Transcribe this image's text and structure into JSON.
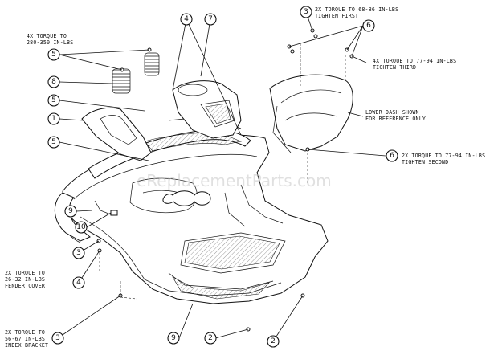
{
  "watermark": "eReplacementParts.com",
  "callouts": [
    {
      "num": "1"
    },
    {
      "num": "2"
    },
    {
      "num": "2"
    },
    {
      "num": "3"
    },
    {
      "num": "3"
    },
    {
      "num": "3"
    },
    {
      "num": "4"
    },
    {
      "num": "4"
    },
    {
      "num": "5"
    },
    {
      "num": "5"
    },
    {
      "num": "5"
    },
    {
      "num": "6"
    },
    {
      "num": "6"
    },
    {
      "num": "7"
    },
    {
      "num": "8"
    },
    {
      "num": "9"
    },
    {
      "num": "9"
    },
    {
      "num": "10"
    }
  ],
  "notes": {
    "torque_5": [
      "4X TORQUE TO",
      "280-350 IN-LBS"
    ],
    "torque_3_top": [
      "2X TORQUE TO 68-86 IN-LBS",
      "TIGHTEN FIRST"
    ],
    "torque_6_top": [
      "4X TORQUE TO 77-94 IN-LBS",
      "TIGHTEN THIRD"
    ],
    "lower_dash": [
      "LOWER DASH SHOWN",
      "FOR REFERENCE ONLY"
    ],
    "torque_6_bottom": [
      "2X TORQUE TO 77-94 IN-LBS",
      "TIGHTEN SECOND"
    ],
    "torque_4": [
      "2X TORQUE TO",
      "26-32 IN-LBS",
      "FENDER COVER"
    ],
    "torque_3_bottom": [
      "2X TORQUE TO",
      "56-67 IN-LBS",
      "INDEX BRACKET"
    ]
  }
}
